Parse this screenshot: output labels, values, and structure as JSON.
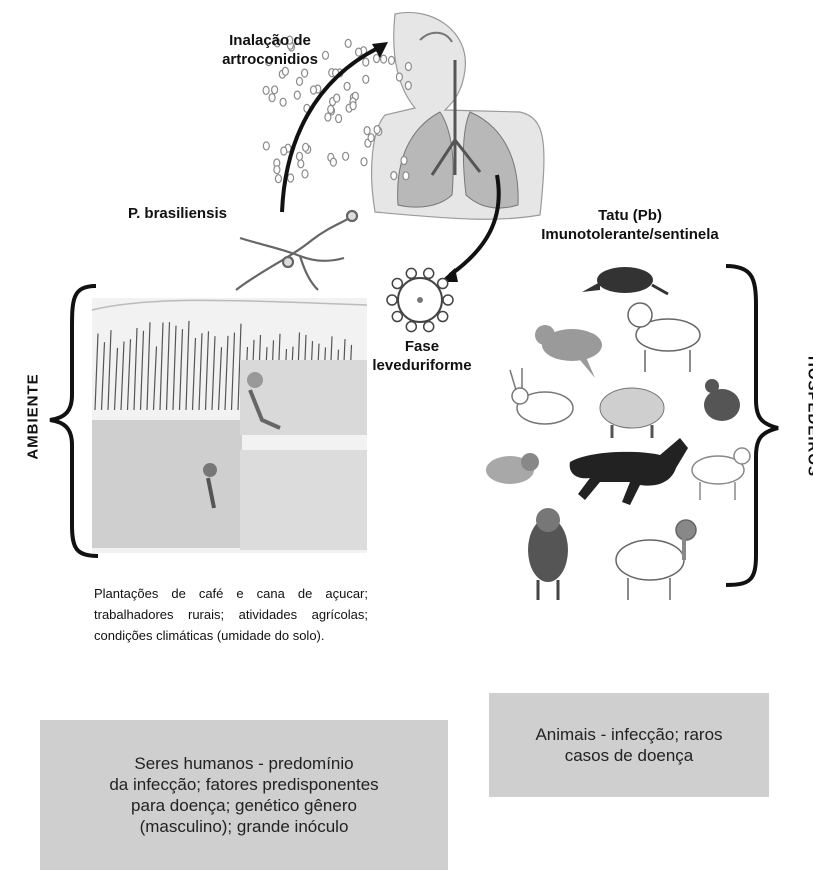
{
  "labels": {
    "inhalation": [
      "Inalação de",
      "artroconidios"
    ],
    "fungus": "P. brasiliensis",
    "host_sentinel": [
      "Tatu (Pb)",
      "Imunotolerante/sentinela"
    ],
    "yeast_phase": [
      "Fase",
      "leveduriforme"
    ],
    "environment": "AMBIENTE",
    "hosts": "HOSPEDEIROS"
  },
  "environment_description": "Plantações de café e cana de açucar; trabalhadores rurais; atividades agrícolas; condições climáticas (umidade do solo).",
  "boxes": {
    "humans": [
      "Seres humanos - predomínio",
      "da infecção; fatores predisponentes",
      "para doença; genético gênero",
      "(masculino); grande inóculo"
    ],
    "animals": [
      "Animais - infecção; raros",
      "casos de doença"
    ]
  },
  "icons": {
    "lungs": "lungs-illustration",
    "spores": "spore-cloud",
    "hyphae": "hyphae-illustration",
    "yeast": "yeast-cell",
    "farm": "farm-scene",
    "animals": [
      "armadillo-icon",
      "cat-icon",
      "dog-icon",
      "rabbit-icon",
      "pig-icon",
      "chicken-icon",
      "monkey-icon",
      "horse-icon",
      "goat-icon",
      "cow-icon",
      "sheep-icon"
    ]
  }
}
